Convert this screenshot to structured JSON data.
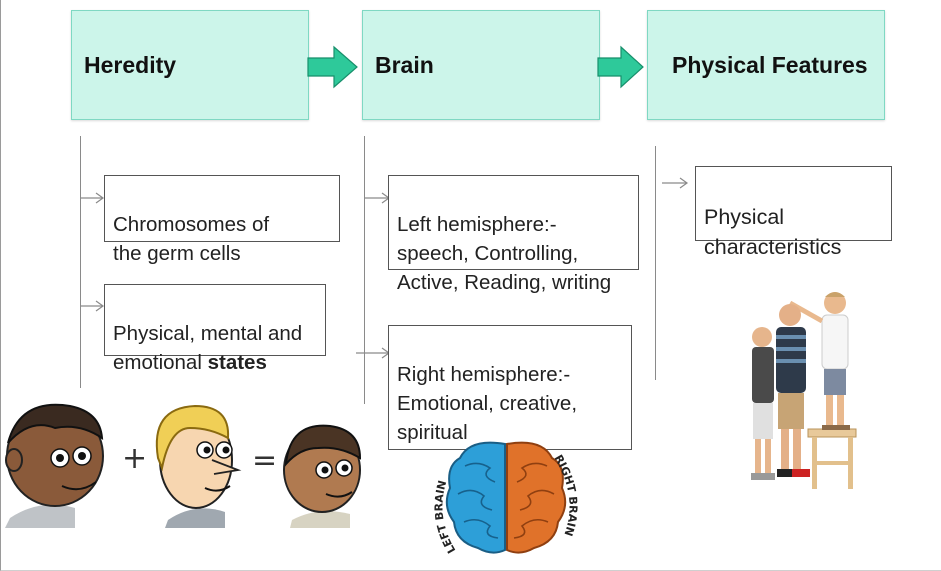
{
  "columns": [
    {
      "header": "Heredity",
      "items": [
        {
          "text": "Chromosomes of\nthe germ cells"
        },
        {
          "text": "Physical, mental and\nemotional ",
          "bold": "states"
        }
      ]
    },
    {
      "header": "Brain",
      "items": [
        {
          "text": "Left hemisphere:-\nspeech, Controlling,\n Active, Reading, writing"
        },
        {
          "text": "Right hemisphere:-\nEmotional, creative,\nspiritual"
        }
      ]
    },
    {
      "header": "Physical Features",
      "items": [
        {
          "text": "Physical\ncharacteristics"
        }
      ]
    }
  ],
  "brain_image": {
    "left_label": "LEFT BRAIN",
    "right_label": "RIGHT BRAIN"
  },
  "heredity_image": {
    "plus": "+",
    "equals": "="
  },
  "colors": {
    "header_fill": "#ccf5ea",
    "header_border": "#7fd8c3",
    "arrow_fill": "#2ec99a",
    "left_brain": "#2d9fd8",
    "right_brain": "#e0722a"
  }
}
